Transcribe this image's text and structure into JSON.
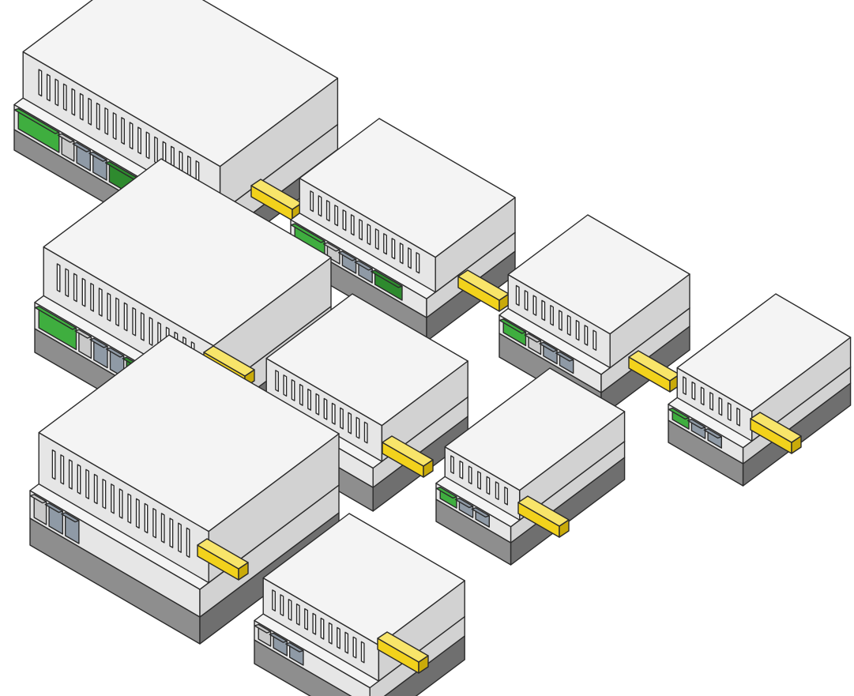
{
  "scene": {
    "subject": "din-rail-enclosures",
    "colors": {
      "background": "#ffffff",
      "housing_top": "#f4f4f4",
      "housing_front": "#e6e6e6",
      "housing_side": "#d2d2d2",
      "base_front": "#8e8e8e",
      "base_side": "#6f6f6f",
      "terminal": "#3fae3f",
      "terminal_dark": "#2e8a2e",
      "usb_port": "#8f9aa6",
      "ethernet_port": "#c9c9c9",
      "din_rail": "#f2d21c",
      "din_rail_dark": "#c9aa0a"
    },
    "enclosures": [
      {
        "name": "enclosure-9-module-large",
        "terminals": true,
        "usb": true,
        "ethernet": true
      },
      {
        "name": "enclosure-6-module-terminals",
        "terminals": true,
        "usb": true,
        "ethernet": true
      },
      {
        "name": "enclosure-6-module-tall",
        "terminals": true,
        "usb": true,
        "ethernet": true
      },
      {
        "name": "enclosure-4-module-terminals",
        "terminals": true,
        "usb": true,
        "ethernet": true
      },
      {
        "name": "enclosure-4-module",
        "terminals": false,
        "usb": true,
        "ethernet": true
      },
      {
        "name": "enclosure-3-module-terminals",
        "terminals": true,
        "usb": true,
        "ethernet": false
      },
      {
        "name": "enclosure-6-module-wide",
        "terminals": false,
        "usb": true,
        "ethernet": true
      },
      {
        "name": "enclosure-3-module-slim",
        "terminals": true,
        "usb": true,
        "ethernet": false
      },
      {
        "name": "enclosure-4-module-low",
        "terminals": false,
        "usb": true,
        "ethernet": true
      }
    ]
  }
}
